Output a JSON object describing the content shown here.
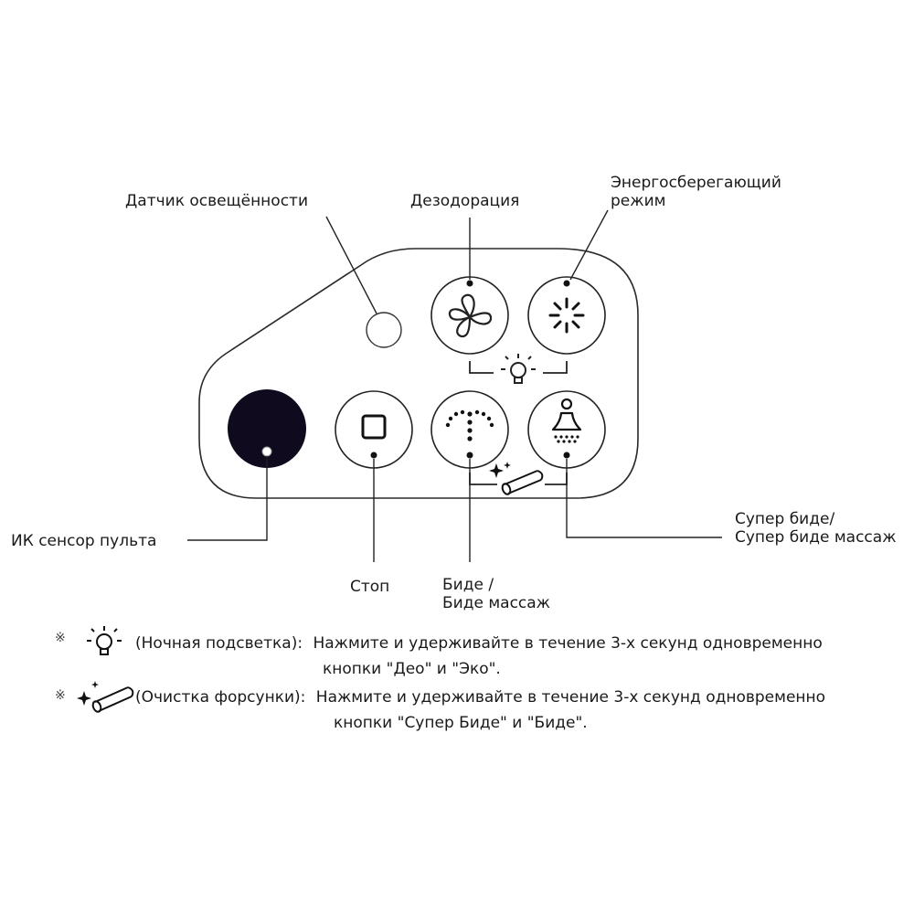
{
  "labels": {
    "light_sensor": "Датчик освещённости",
    "deodorization": "Дезодорация",
    "eco_line1": "Энергосберегающий",
    "eco_line2": "режим",
    "ir_sensor": "ИК сенсор пульта",
    "stop": "Стоп",
    "bidet_line1": "Биде /",
    "bidet_line2": "Биде массаж",
    "super_bidet_line1": "Супер биде/",
    "super_bidet_line2": "Супер биде массаж"
  },
  "notes": [
    {
      "marker": "※",
      "icon": "night-light-icon",
      "title": "(Ночная подсветка):",
      "line1": "Нажмите и удерживайте в течение 3-х секунд одновременно",
      "line2": "кнопки \"Део\" и \"Эко\"."
    },
    {
      "marker": "※",
      "icon": "nozzle-cleaning-icon",
      "title": "(Очистка форсунки):",
      "line1": "Нажмите и удерживайте в течение 3-х секунд одновременно",
      "line2": "кнопки \"Супер Биде\" и \"Биде\"."
    }
  ],
  "icons": {
    "deo_button": "fan-icon",
    "eco_button": "sparkle-icon",
    "stop_button": "square-icon",
    "bidet_button": "spray-arc-icon",
    "super_bidet_button": "person-spray-icon",
    "night_light": "lightbulb-icon",
    "nozzle": "nozzle-cleaning-icon"
  },
  "colors": {
    "stroke": "#1a1a1a",
    "ir_sensor_fill": "#0f0a1e",
    "background": "#ffffff"
  }
}
